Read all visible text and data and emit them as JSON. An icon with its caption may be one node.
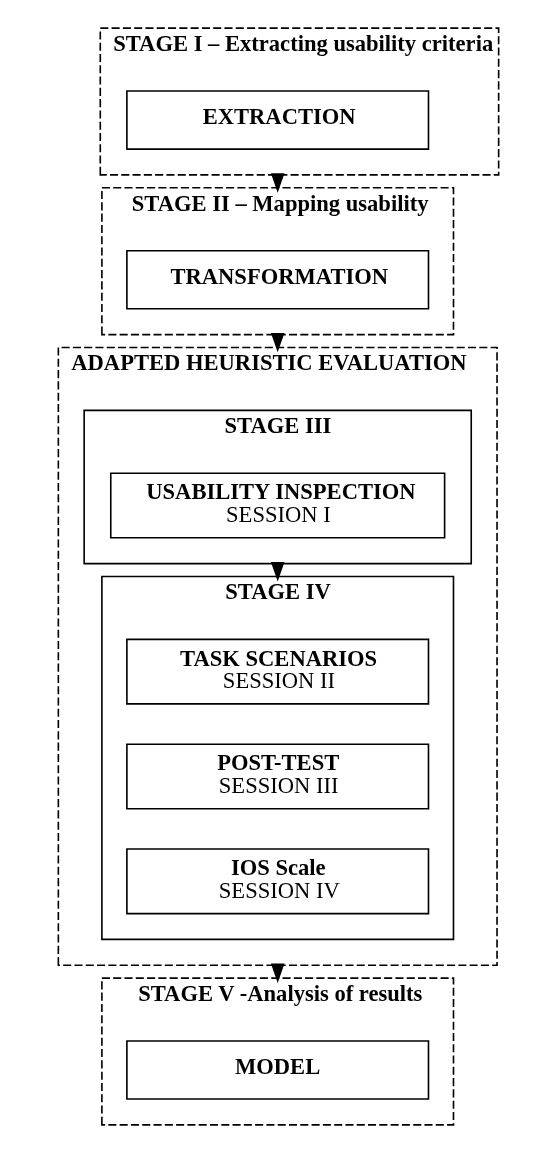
{
  "diagram": {
    "nodes": [
      {
        "text": [
          "STAGE I – Extracting usability criteria"
        ]
      },
      {
        "text": [
          "EXTRACTION"
        ],
        "in": 0
      },
      {
        "text": [
          "STAGE II – Mapping usability"
        ]
      },
      {
        "text": [
          "TRANSFORMATION"
        ],
        "in": 2
      },
      {
        "text": [
          "ADAPTED HEURISTIC EVALUATION"
        ]
      },
      {
        "text": [
          "STAGE III"
        ],
        "in": 4
      },
      {
        "text": [
          "USABILITY INSPECTION",
          "SESSION I"
        ],
        "in": 5
      },
      {
        "text": [
          "STAGE IV"
        ],
        "in": 4
      },
      {
        "text": [
          "TASK SCENARIOS",
          "SESSION II"
        ],
        "in": 7
      },
      {
        "text": [
          "POST-TEST",
          "SESSION III"
        ],
        "in": 7
      },
      {
        "text": [
          "IOS Scale",
          "SESSION IV"
        ],
        "in": 7
      },
      {
        "text": [
          "STAGE V -Analysis of results"
        ]
      },
      {
        "text": [
          "MODEL"
        ],
        "in": 11
      }
    ],
    "edges": [
      {
        "from": 0,
        "to": 2,
        "arrow": "to"
      },
      {
        "from": 2,
        "to": 4,
        "arrow": "to"
      },
      {
        "from": 5,
        "to": 7,
        "arrow": "to"
      },
      {
        "from": 4,
        "to": 11,
        "arrow": "to"
      }
    ]
  }
}
